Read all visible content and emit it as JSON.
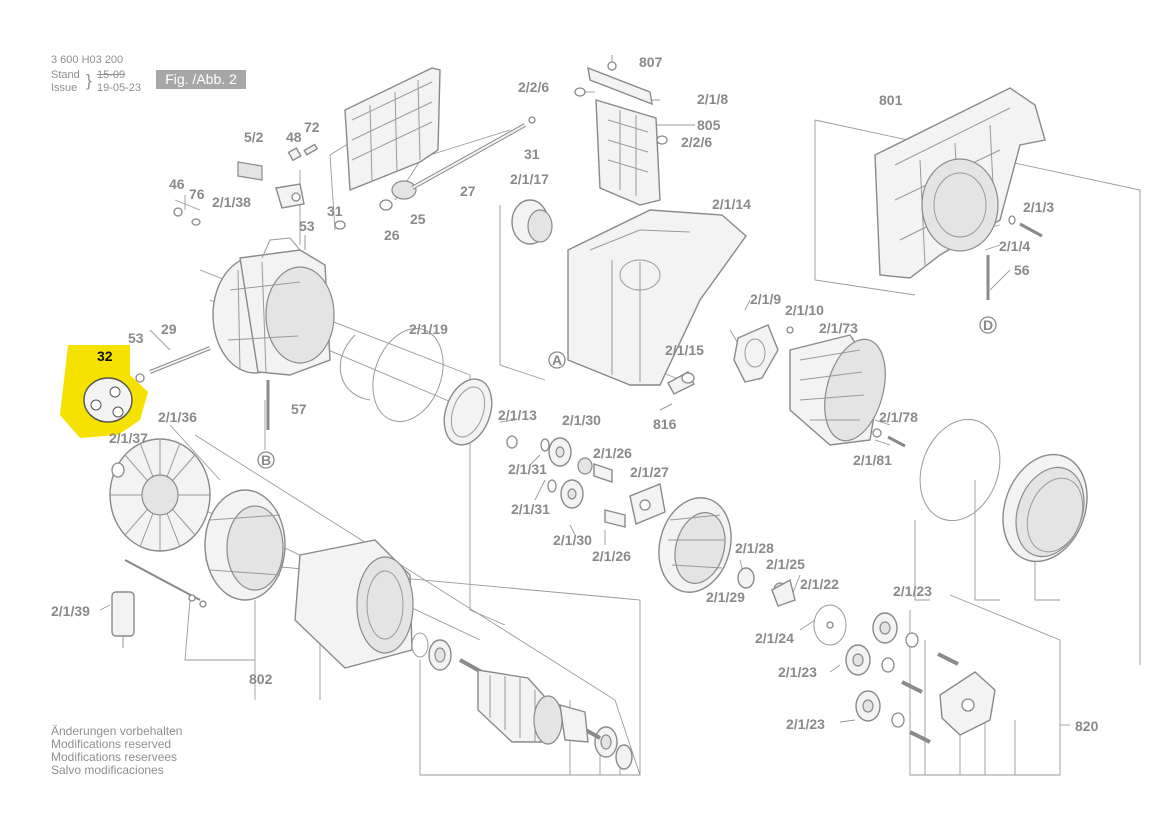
{
  "header": {
    "doc_number": "3 600 H03 200",
    "stand_label": "Stand",
    "issue_label": "Issue",
    "stand_date_old": "15-09",
    "issue_date": "19-05-23",
    "figure_label": "Fig. /Abb. 2"
  },
  "highlight": {
    "callout": "32",
    "color": "#f5e200"
  },
  "notes": [
    "Änderungen vorbehalten",
    "Modifications reserved",
    "Modifications reservees",
    "Salvo modificaciones"
  ],
  "labels": {
    "p807": "807",
    "p226a": "2/2/6",
    "p218": "2/1/8",
    "p805": "805",
    "p226b": "2/2/6",
    "p801": "801",
    "p52": "5/2",
    "p48": "48",
    "p72": "72",
    "p31a": "31",
    "p46": "46",
    "p76": "76",
    "p2138": "2/1/38",
    "p27": "27",
    "p31b": "31",
    "p25": "25",
    "p26": "26",
    "p53a": "53",
    "p2117": "2/1/17",
    "p2114": "2/1/14",
    "p213": "2/1/3",
    "p214": "2/1/4",
    "p56": "56",
    "pD": "D",
    "p53b": "53",
    "p29": "29",
    "p2119": "2/1/19",
    "p219": "2/1/9",
    "p2110": "2/1/10",
    "p2173": "2/1/73",
    "p2115": "2/1/15",
    "pA": "A",
    "p816": "816",
    "p57": "57",
    "pB": "B",
    "p2136": "2/1/36",
    "p2137": "2/1/37",
    "p2113": "2/1/13",
    "p2130a": "2/1/30",
    "p2126a": "2/1/26",
    "p2131a": "2/1/31",
    "p2127": "2/1/27",
    "p2178": "2/1/78",
    "p2181": "2/1/81",
    "p2131b": "2/1/31",
    "p2130b": "2/1/30",
    "p2126b": "2/1/26",
    "p2128": "2/1/28",
    "p2125": "2/1/25",
    "p2129": "2/1/29",
    "p2122": "2/1/22",
    "p2123a": "2/1/23",
    "p2124": "2/1/24",
    "p2123b": "2/1/23",
    "p2123c": "2/1/23",
    "p2139": "2/1/39",
    "p802": "802",
    "p820": "820"
  }
}
